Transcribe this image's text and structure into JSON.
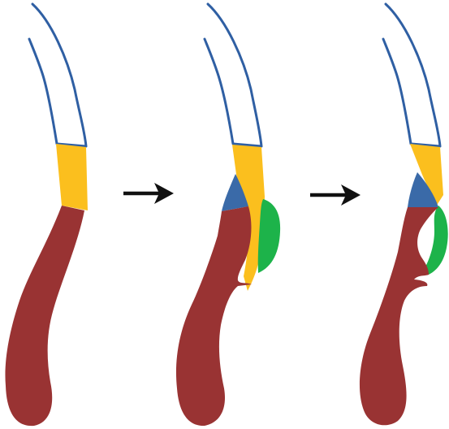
{
  "colors": {
    "background": "#ffffff",
    "outline": "#2f5fa3",
    "yellow": "#fbbf1e",
    "dark_red": "#993333",
    "blue": "#3a6aa8",
    "green": "#1db34a",
    "arrow": "#111111"
  },
  "stages": [
    {
      "name": "stage-1",
      "regions": [
        "outline-tube",
        "yellow-segment",
        "red-body"
      ]
    },
    {
      "name": "stage-2",
      "regions": [
        "outline-tube",
        "yellow-segment",
        "blue-wedge",
        "green-bulge",
        "red-body"
      ]
    },
    {
      "name": "stage-3",
      "regions": [
        "outline-tube",
        "yellow-segment",
        "blue-wedge",
        "green-bulge",
        "red-body"
      ]
    }
  ],
  "arrows": [
    {
      "name": "arrow-1-to-2",
      "icon": "right-arrow-icon"
    },
    {
      "name": "arrow-2-to-3",
      "icon": "right-arrow-icon"
    }
  ]
}
